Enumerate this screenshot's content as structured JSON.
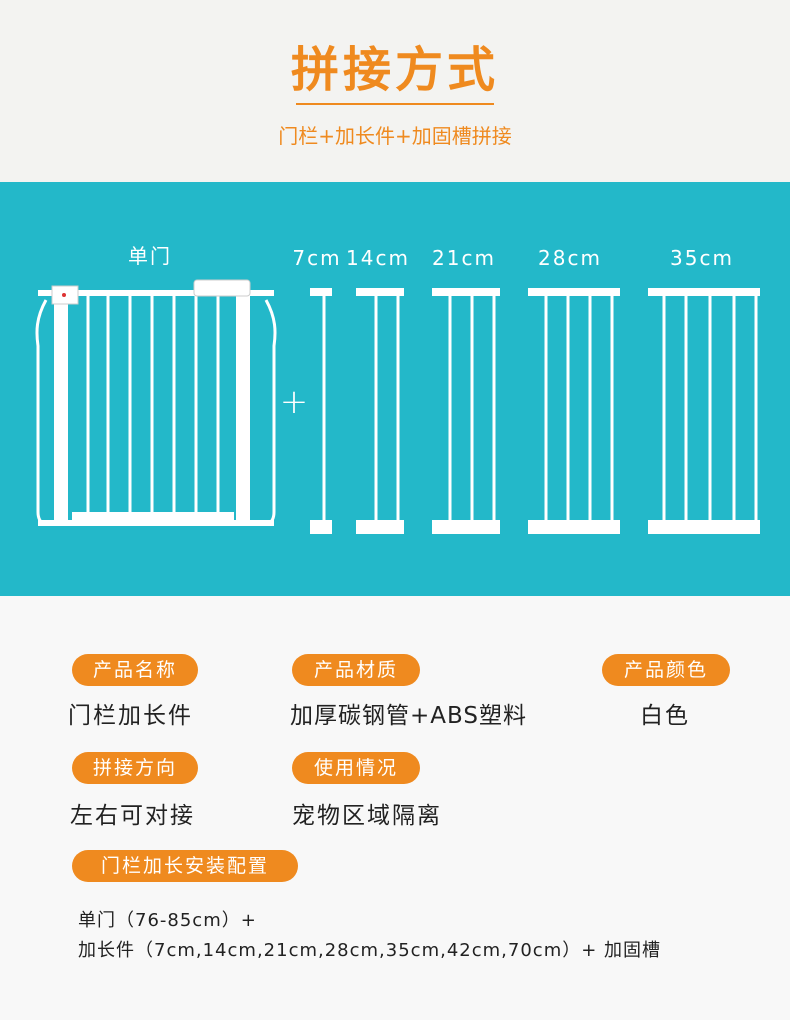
{
  "header": {
    "title": "拼接方式",
    "subtitle": "门栏+加长件+加固槽拼接"
  },
  "diagram": {
    "gate_label": "单门",
    "plus_sign": "+",
    "extension_labels": [
      "7cm",
      "14cm",
      "21cm",
      "28cm",
      "35cm"
    ]
  },
  "specs": {
    "name_tag": "产品名称",
    "name_value": "门栏加长件",
    "material_tag": "产品材质",
    "material_value": "加厚碳钢管+ABS塑料",
    "color_tag": "产品颜色",
    "color_value": "白色",
    "direction_tag": "拼接方向",
    "direction_value": "左右可对接",
    "usage_tag": "使用情况",
    "usage_value": "宠物区域隔离",
    "config_tag": "门栏加长安装配置",
    "config_line1": "单门（76-85cm）+",
    "config_line2": "加长件（7cm,14cm,21cm,28cm,35cm,42cm,70cm）+ 加固槽"
  },
  "colors": {
    "accent": "#ef8a1f",
    "band": "#23b8c9",
    "rail": "#ffffff"
  }
}
